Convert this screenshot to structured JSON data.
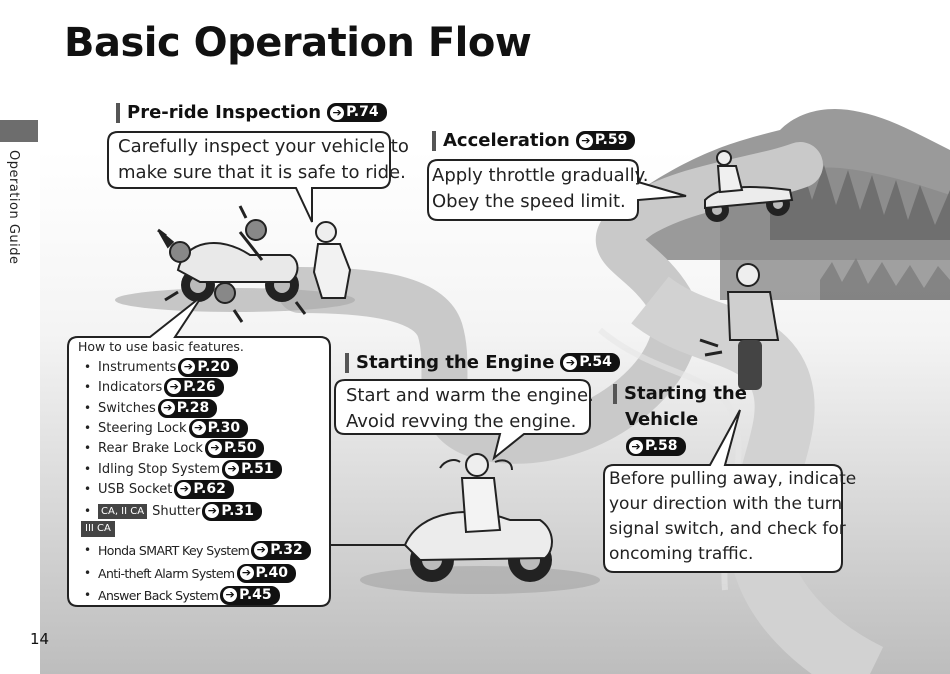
{
  "page": {
    "title": "Basic Operation Flow",
    "side_label": "Operation Guide",
    "page_number": "14"
  },
  "pre_ride": {
    "heading": "Pre-ride Inspection",
    "ref": "P.74",
    "text_line1": "Carefully inspect your vehicle to",
    "text_line2": "make sure that it is safe to ride."
  },
  "acceleration": {
    "heading": "Acceleration",
    "ref": "P.59",
    "text_line1": "Apply throttle gradually.",
    "text_line2": "Obey the speed limit."
  },
  "starting_engine": {
    "heading": "Starting the Engine",
    "ref": "P.54",
    "text_line1": "Start and warm the engine.",
    "text_line2": "Avoid revving the engine."
  },
  "starting_vehicle": {
    "heading_line1": "Starting the",
    "heading_line2": "Vehicle",
    "ref": "P.58",
    "text_line1": "Before pulling away, indicate",
    "text_line2": "your direction with the turn",
    "text_line3": "signal switch, and check for",
    "text_line4": "oncoming traffic."
  },
  "features": {
    "title": "How to use basic features.",
    "items": [
      {
        "label": "Instruments",
        "ref": "P.20"
      },
      {
        "label": "Indicators",
        "ref": "P.26"
      },
      {
        "label": "Switches",
        "ref": "P.28"
      },
      {
        "label": "Steering Lock",
        "ref": "P.30"
      },
      {
        "label": "Rear Brake Lock",
        "ref": "P.50"
      },
      {
        "label": "Idling Stop System",
        "ref": "P.51"
      },
      {
        "label": "USB Socket",
        "ref": "P.62"
      },
      {
        "label": "Shutter",
        "badge": "CA, II CA",
        "ref": "P.31"
      }
    ],
    "section_badge": "III CA",
    "section_items": [
      {
        "label": "Honda SMART Key System",
        "ref": "P.32"
      },
      {
        "label": "Anti-theft Alarm System",
        "ref": "P.40"
      },
      {
        "label": "Answer Back System",
        "ref": "P.45"
      }
    ]
  },
  "arrow_glyph": "➔"
}
